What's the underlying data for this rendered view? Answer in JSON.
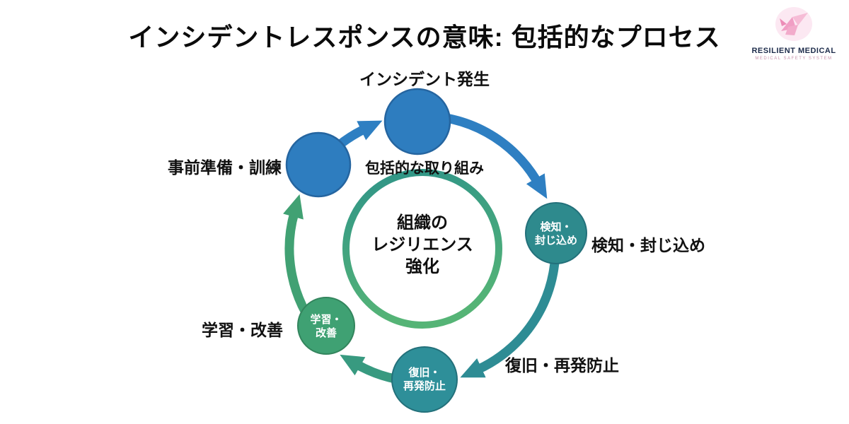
{
  "title": "インシデントレスポンスの意味: 包括的なプロセス",
  "logo": {
    "name": "RESILIENT MEDICAL",
    "subtitle": "MEDICAL SAFETY SYSTEM",
    "accent_color": "#f2a7c8"
  },
  "diagram": {
    "type": "cycle",
    "center": {
      "text": "組織の\nレジリエンス\n強化",
      "top_label": "包括的な取り組み"
    },
    "nodes": [
      {
        "id": "incident-occurrence",
        "label": "インシデント発生",
        "node_text": "",
        "color": "#2e7dbf",
        "position": "top"
      },
      {
        "id": "detection-containment",
        "label": "検知・封じ込め",
        "node_text": "検知・\n封じ込め",
        "color": "#2e8a8d",
        "position": "right"
      },
      {
        "id": "recovery-prevention",
        "label": "復旧・再発防止",
        "node_text": "復旧・\n再発防止",
        "color": "#2e8f99",
        "position": "bottom"
      },
      {
        "id": "learning-improvement",
        "label": "学習・改善",
        "node_text": "学習・\n改善",
        "color": "#3fa173",
        "position": "lower-left"
      },
      {
        "id": "preparation-training",
        "label": "事前準備・訓練",
        "node_text": "",
        "color": "#2e7dbf",
        "position": "upper-left"
      }
    ],
    "flow_order": [
      "incident-occurrence",
      "detection-containment",
      "recovery-prevention",
      "learning-improvement",
      "preparation-training"
    ],
    "colors": {
      "arrow_blue": "#2e7fc2",
      "arrow_teal": "#2e8c94",
      "arrow_tealgreen": "#389a80",
      "arrow_green": "#41a173",
      "ring_start": "#2f9488",
      "ring_end": "#55b476"
    }
  }
}
